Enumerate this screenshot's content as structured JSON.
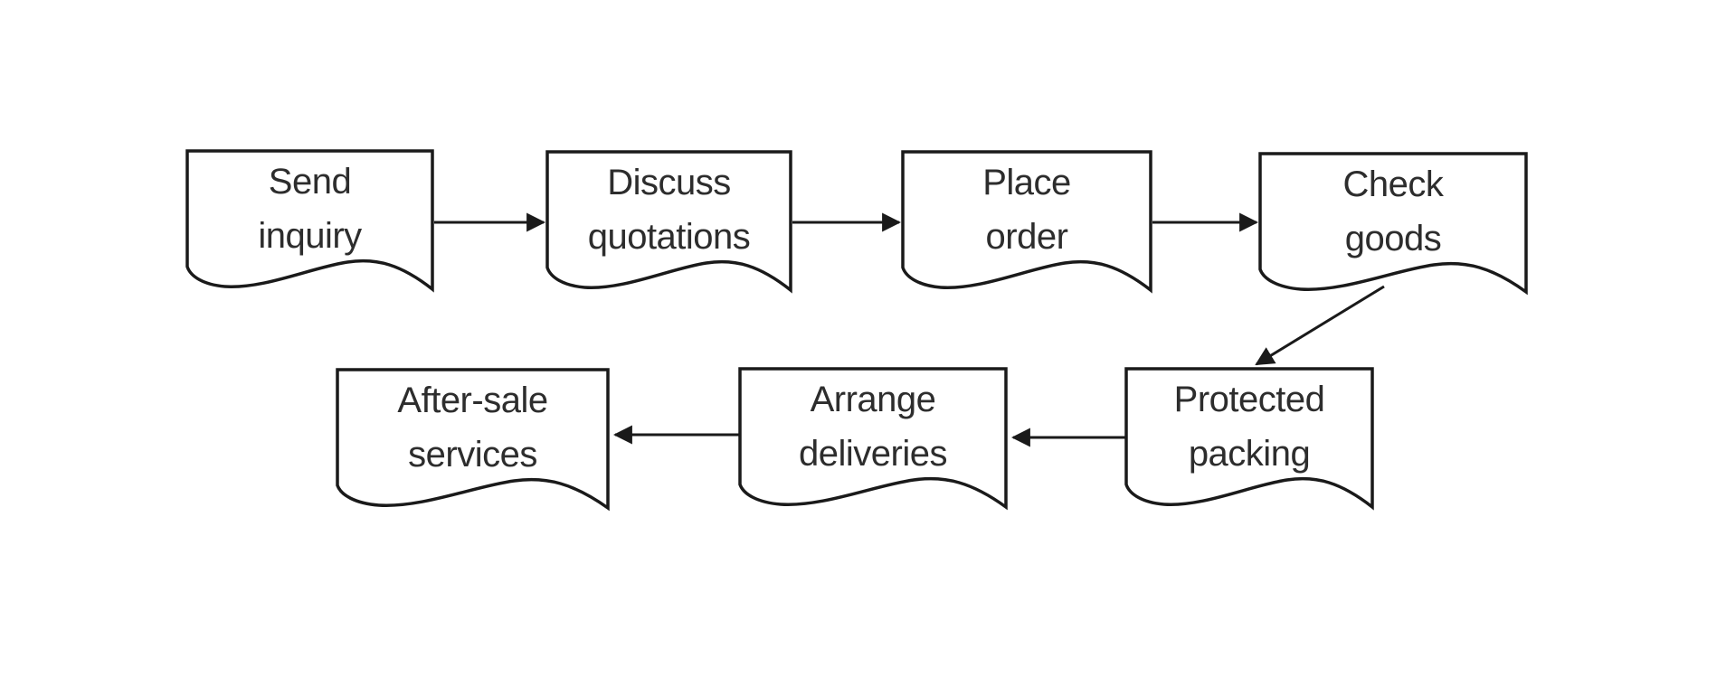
{
  "diagram": {
    "type": "flowchart",
    "node_shape": "document",
    "colors": {
      "background": "#ffffff",
      "stroke": "#1a1a1a",
      "text": "#2d2d2d"
    },
    "nodes": [
      {
        "id": "send-inquiry",
        "label": "Send\ninquiry"
      },
      {
        "id": "discuss-quotations",
        "label": "Discuss\nquotations"
      },
      {
        "id": "place-order",
        "label": "Place\norder"
      },
      {
        "id": "check-goods",
        "label": "Check\ngoods"
      },
      {
        "id": "after-sale-services",
        "label": "After-sale\nservices"
      },
      {
        "id": "arrange-deliveries",
        "label": "Arrange\ndeliveries"
      },
      {
        "id": "protected-packing",
        "label": "Protected\npacking"
      }
    ],
    "edges": [
      {
        "from": "send-inquiry",
        "to": "discuss-quotations",
        "direction": "right"
      },
      {
        "from": "discuss-quotations",
        "to": "place-order",
        "direction": "right"
      },
      {
        "from": "place-order",
        "to": "check-goods",
        "direction": "right"
      },
      {
        "from": "check-goods",
        "to": "protected-packing",
        "direction": "diagonal-down-left"
      },
      {
        "from": "protected-packing",
        "to": "arrange-deliveries",
        "direction": "left"
      },
      {
        "from": "arrange-deliveries",
        "to": "after-sale-services",
        "direction": "left"
      }
    ]
  }
}
